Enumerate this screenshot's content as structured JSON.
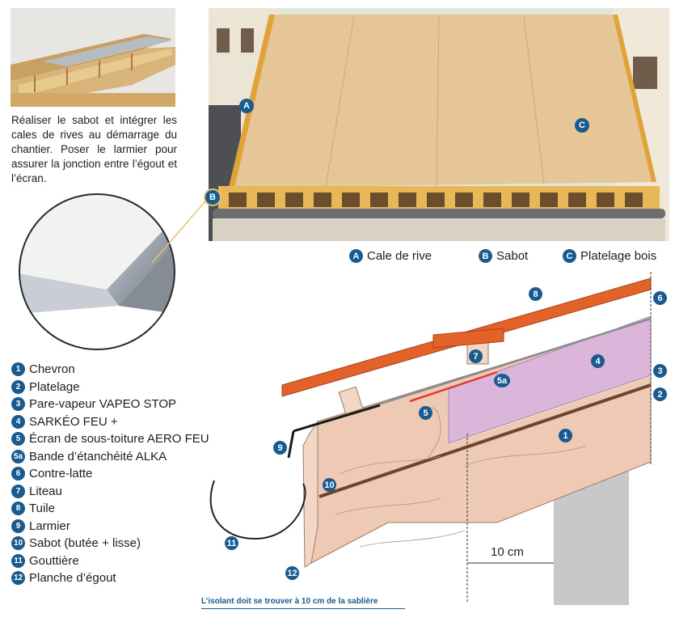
{
  "intro_text": "Réaliser le sabot et intégrer les cales de rives au démarrage du chantier. Poser le larmier pour assurer la jonction entre l’égout et l’écran.",
  "photo_markers": {
    "a": "A",
    "b": "B",
    "c": "C"
  },
  "photo_legend": [
    {
      "letter": "A",
      "label": "Cale de rive"
    },
    {
      "letter": "B",
      "label": "Sabot"
    },
    {
      "letter": "C",
      "label": "Platelage bois"
    }
  ],
  "legend": [
    {
      "num": "1",
      "label": "Chevron"
    },
    {
      "num": "2",
      "label": "Platelage"
    },
    {
      "num": "3",
      "label": "Pare-vapeur VAPEO STOP"
    },
    {
      "num": "4",
      "label": "SARKÉO FEU +"
    },
    {
      "num": "5",
      "label": "Écran de sous-toiture AERO FEU"
    },
    {
      "num": "5a",
      "label": "Bande d’étanchéité ALKA"
    },
    {
      "num": "6",
      "label": "Contre-latte"
    },
    {
      "num": "7",
      "label": "Liteau"
    },
    {
      "num": "8",
      "label": "Tuile"
    },
    {
      "num": "9",
      "label": "Larmier"
    },
    {
      "num": "10",
      "label": "Sabot (butée + lisse)"
    },
    {
      "num": "11",
      "label": "Gouttière"
    },
    {
      "num": "12",
      "label": "Planche d’égout"
    }
  ],
  "diagram_callouts": {
    "c1": "1",
    "c2": "2",
    "c3": "3",
    "c4": "4",
    "c5": "5",
    "c5a": "5a",
    "c6": "6",
    "c7": "7",
    "c8": "8",
    "c9": "9",
    "c10": "10",
    "c11": "11",
    "c12": "12"
  },
  "dimension": "10 cm",
  "footnote": "L’isolant doit se trouver à 10 cm de la sablière",
  "colors": {
    "badge": "#1a5b8f",
    "tile": "#e2622a",
    "wood": "#eec9b4",
    "insulation": "#dcb6da",
    "wall": "#c8c8c8"
  }
}
